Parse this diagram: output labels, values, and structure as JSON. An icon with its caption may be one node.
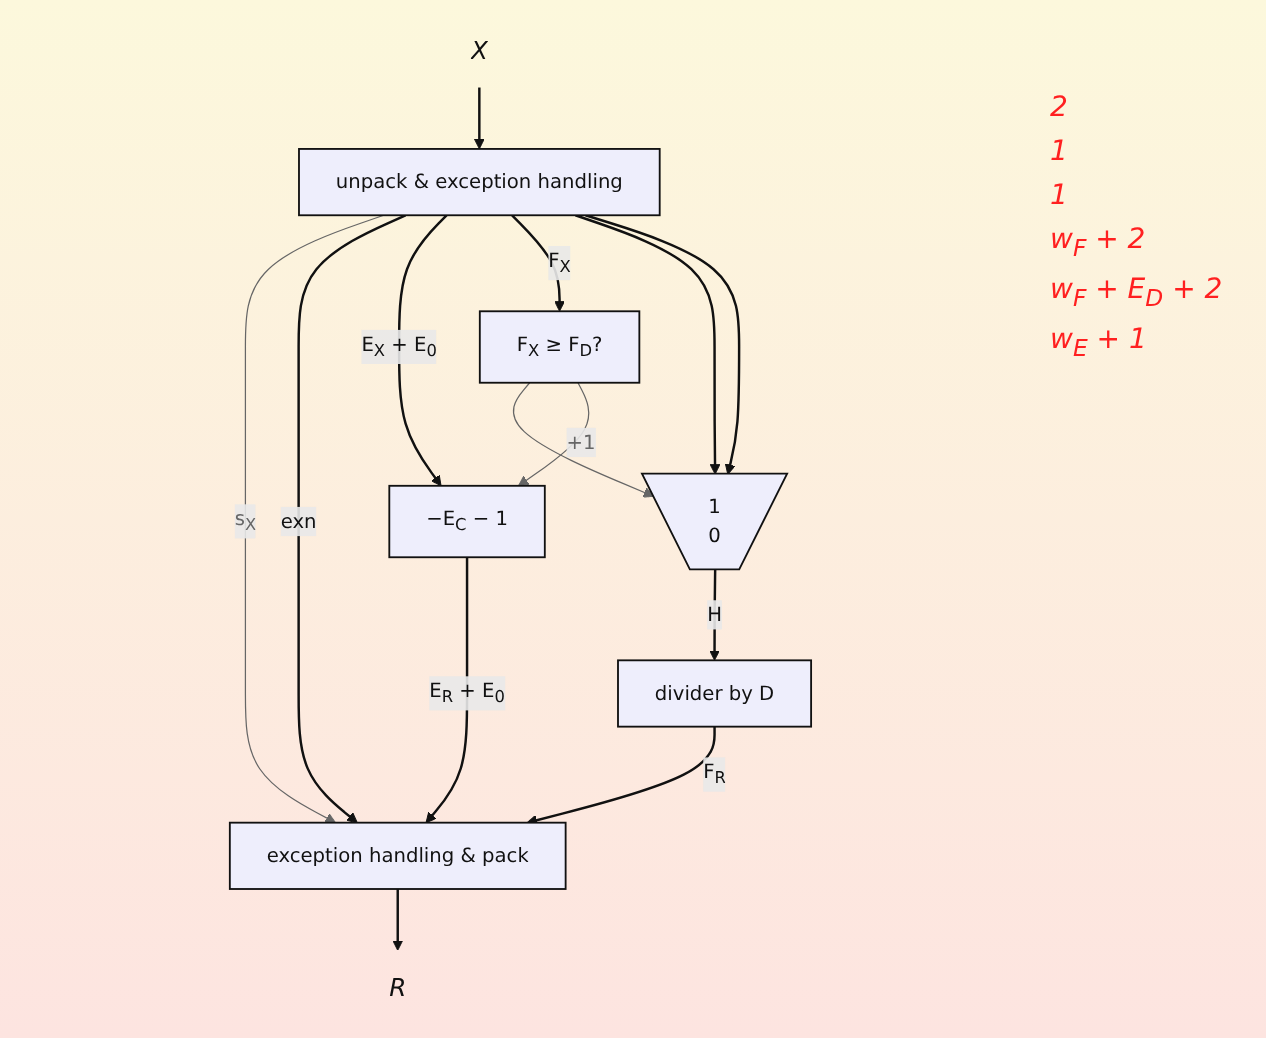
{
  "diagram": {
    "nodes": [
      {
        "text": [
          "X"
        ]
      },
      {
        "text": [
          "unpack & exception handling"
        ]
      },
      {
        "text": [
          "F$_{X}$ ≥ F$_{D}$?"
        ]
      },
      {
        "text": [
          "1",
          "0"
        ]
      },
      {
        "text": [
          "−E$_{C}$ − 1"
        ]
      },
      {
        "text": [
          "divider by D"
        ]
      },
      {
        "text": [
          "exception handling & pack"
        ]
      },
      {
        "text": [
          "R"
        ]
      }
    ],
    "edges": [
      {
        "from": 0,
        "to": 1,
        "arrow": "to"
      },
      {
        "from": 1,
        "to": 6,
        "label": "s$_{X}$",
        "arrow": "to",
        "color": "#666666"
      },
      {
        "from": 1,
        "to": 6,
        "label": "exn",
        "arrow": "to"
      },
      {
        "from": 1,
        "to": 4,
        "label": "E$_{X}$ + E$_{0}$",
        "arrow": "to"
      },
      {
        "from": 1,
        "to": 2,
        "label": "F$_{X}$",
        "arrow": "to"
      },
      {
        "from": 1,
        "to": 3,
        "arrow": "to"
      },
      {
        "from": 1,
        "to": 3,
        "arrow": "to"
      },
      {
        "from": 2,
        "to": 3,
        "arrow": "to",
        "color": "#666666"
      },
      {
        "from": 2,
        "to": 4,
        "label": "+1",
        "arrow": "to",
        "color": "#666666"
      },
      {
        "from": 3,
        "to": 5,
        "label": "H",
        "arrow": "to"
      },
      {
        "from": 4,
        "to": 6,
        "label": "E$_{R}$ + E$_{0}$",
        "arrow": "to"
      },
      {
        "from": 5,
        "to": 6,
        "label": "F$_{R}$",
        "arrow": "to"
      },
      {
        "from": 6,
        "to": 7,
        "arrow": "to"
      }
    ],
    "labels": [
      "2",
      "1",
      "1",
      "w$_{F}$ + 2",
      "w$_{F}$ + E$_{D}$ + 2",
      "w$_{E}$ + 1"
    ]
  }
}
